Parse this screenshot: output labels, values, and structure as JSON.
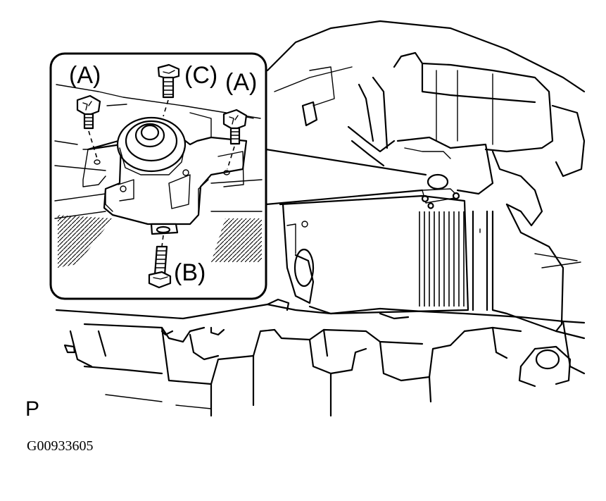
{
  "callouts": {
    "a_left": "(A)",
    "c_top": "(C)",
    "a_right": "(A)",
    "b_bottom": "(B)"
  },
  "view_letter": "P",
  "figure_code": "G00933605"
}
